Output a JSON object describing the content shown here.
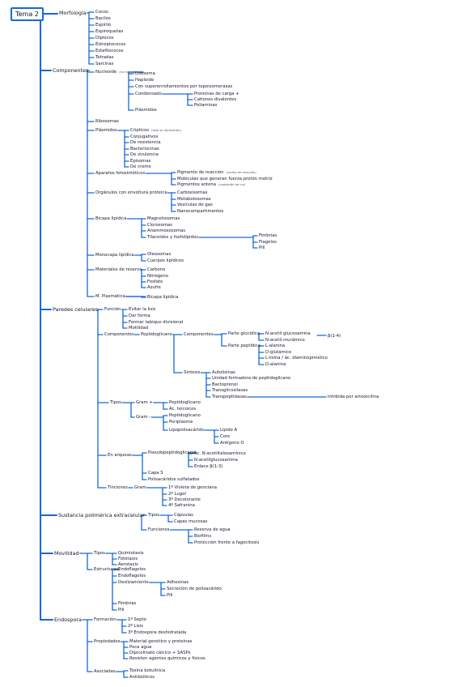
{
  "title": "Tema 2",
  "nodes": [
    {
      "id": "n1",
      "text": "Morfología"
    },
    {
      "id": "n2",
      "text": "Cocos"
    },
    {
      "id": "n3",
      "text": "Bacilos"
    },
    {
      "id": "n4",
      "text": "Espirilo"
    },
    {
      "id": "n5",
      "text": "Espiroquetas"
    },
    {
      "id": "n6",
      "text": "Diplocos"
    },
    {
      "id": "n7",
      "text": "Estreptococos"
    },
    {
      "id": "n8",
      "text": "Estafilococos"
    },
    {
      "id": "n9",
      "text": "Tetradas"
    },
    {
      "id": "n10",
      "text": "Sarcinas"
    },
    {
      "id": "n11",
      "text": "Componentes"
    },
    {
      "id": "n12",
      "text": "Nucleoide",
      "note": "(no hay núcleo)"
    },
    {
      "id": "n13",
      "text": "Lisosoma"
    },
    {
      "id": "n14",
      "text": "Haploide"
    },
    {
      "id": "n15",
      "text": "Con superenrollamientos por topoisomerasas"
    },
    {
      "id": "n16",
      "text": "Condensado"
    },
    {
      "id": "n17",
      "text": "Proteínas de carga +"
    },
    {
      "id": "n18",
      "text": "Cationes divalentes"
    },
    {
      "id": "n19",
      "text": "Poliaminas"
    },
    {
      "id": "n20",
      "text": "Plásmidos"
    },
    {
      "id": "n21",
      "text": "Ribosomas"
    },
    {
      "id": "n22",
      "text": "Plásmidos"
    },
    {
      "id": "n23",
      "text": "Crípticos",
      "note": "(sólo se replicación)"
    },
    {
      "id": "n24",
      "text": "Conjugativos"
    },
    {
      "id": "n25",
      "text": "De resistencia"
    },
    {
      "id": "n26",
      "text": "Bacteriocinas"
    },
    {
      "id": "n27",
      "text": "De virulencia"
    },
    {
      "id": "n28",
      "text": "Episomas"
    },
    {
      "id": "n29",
      "text": "De cromo"
    },
    {
      "id": "n30",
      "text": "Aparatos fotosintéticos"
    },
    {
      "id": "n31",
      "text": "Pigmento de reacción",
      "note": "(centro de reacción)"
    },
    {
      "id": "n32",
      "text": "Moléculas que generan fuerza protón motriz"
    },
    {
      "id": "n33",
      "text": "Pigmentos antena",
      "note": "(captación de luz)"
    },
    {
      "id": "n34",
      "text": "Orgánulos con envoltura proteica"
    },
    {
      "id": "n35",
      "text": "Carboxisomas"
    },
    {
      "id": "n36",
      "text": "Metabolosomas"
    },
    {
      "id": "n37",
      "text": "Vesículas de gas"
    },
    {
      "id": "n38",
      "text": "Nanocompartimentos"
    },
    {
      "id": "n39",
      "text": "Bicapa lipídica"
    },
    {
      "id": "n40",
      "text": "Magnetosomas"
    },
    {
      "id": "n41",
      "text": "Clorosomas"
    },
    {
      "id": "n42",
      "text": "Anammoxosomas"
    },
    {
      "id": "n43",
      "text": "Tilacoides y fosfolípidos"
    },
    {
      "id": "n44",
      "text": "Fimbrias"
    },
    {
      "id": "n45",
      "text": "Flagelos"
    },
    {
      "id": "n46",
      "text": "Pili"
    },
    {
      "id": "n47",
      "text": "Monocapa lipídica"
    },
    {
      "id": "n48",
      "text": "Oleosomas"
    },
    {
      "id": "n49",
      "text": "Cuerpos lipídicos"
    },
    {
      "id": "n50",
      "text": "Materiales de reserva"
    },
    {
      "id": "n51",
      "text": "Carbono"
    },
    {
      "id": "n52",
      "text": "Nitrógeno"
    },
    {
      "id": "n53",
      "text": "Fosfato"
    },
    {
      "id": "n54",
      "text": "Azufre"
    },
    {
      "id": "n55",
      "text": "M. Plasmática"
    },
    {
      "id": "n56",
      "text": "Bicapa lipídica"
    },
    {
      "id": "n57",
      "text": "Paredes celulares"
    },
    {
      "id": "n58",
      "text": "Función"
    },
    {
      "id": "n59",
      "text": "Evitar la lisis"
    },
    {
      "id": "n60",
      "text": "Dar forma"
    },
    {
      "id": "n61",
      "text": "Formar tabique divisional"
    },
    {
      "id": "n62",
      "text": "Motilidad"
    },
    {
      "id": "n63",
      "text": "Componentes"
    },
    {
      "id": "n64",
      "text": "Peptidoglicano"
    },
    {
      "id": "n65",
      "text": "Componentes"
    },
    {
      "id": "n66",
      "text": "Parte glucídica"
    },
    {
      "id": "n67",
      "text": "N-acetil glucosamina"
    },
    {
      "id": "n68",
      "text": "N-acetil murámico"
    },
    {
      "id": "n69",
      "text": "β(1-4)"
    },
    {
      "id": "n70",
      "text": "Parte peptídica"
    },
    {
      "id": "n71",
      "text": "L-alanina"
    },
    {
      "id": "n72",
      "text": "D-glutámico"
    },
    {
      "id": "n73",
      "text": "L-lisina / ác. diaminopimélico"
    },
    {
      "id": "n74",
      "text": "D-alanina"
    },
    {
      "id": "n75",
      "text": "Síntesis"
    },
    {
      "id": "n76",
      "text": "Autolisinas"
    },
    {
      "id": "n77",
      "text": "Unidad formadora de peptidoglicano"
    },
    {
      "id": "n78",
      "text": "Bactoprenol"
    },
    {
      "id": "n79",
      "text": "Transglicosilasas"
    },
    {
      "id": "n80",
      "text": "Transpeptidasas"
    },
    {
      "id": "n81",
      "text": "Inhibida por amoxicilina"
    },
    {
      "id": "n82",
      "text": "Tipos"
    },
    {
      "id": "n83",
      "text": "Gram +"
    },
    {
      "id": "n84",
      "text": "Peptidoglicano"
    },
    {
      "id": "n85",
      "text": "Ác. teicoicos"
    },
    {
      "id": "n86",
      "text": "Gram -"
    },
    {
      "id": "n87",
      "text": "Peptidoglicano"
    },
    {
      "id": "n88",
      "text": "Periplasma"
    },
    {
      "id": "n89",
      "text": "Lipopolisacárido"
    },
    {
      "id": "n90",
      "text": "Lípido A"
    },
    {
      "id": "n91",
      "text": "Core"
    },
    {
      "id": "n92",
      "text": "Antígeno O"
    },
    {
      "id": "n93",
      "text": "En arqueas"
    },
    {
      "id": "n94",
      "text": "Pseudopeptidoglicano"
    },
    {
      "id": "n95",
      "text": "Ác. N-acetiltalosamínico"
    },
    {
      "id": "n96",
      "text": "N-acetilglucosamina"
    },
    {
      "id": "n97",
      "text": "Enlace β(1-3)"
    },
    {
      "id": "n98",
      "text": "Capa S"
    },
    {
      "id": "n99",
      "text": "Polisacáridos sulfatados"
    },
    {
      "id": "n100",
      "text": "Tinciones"
    },
    {
      "id": "n101",
      "text": "Gram"
    },
    {
      "id": "n102",
      "text": "1º Violeta de genciana"
    },
    {
      "id": "n103",
      "text": "2º Lugol"
    },
    {
      "id": "n104",
      "text": "3º Decolorante"
    },
    {
      "id": "n105",
      "text": "4º Safranina"
    },
    {
      "id": "n106",
      "text": "Sustancia polimérica extracelular"
    },
    {
      "id": "n107",
      "text": "Tipos"
    },
    {
      "id": "n108",
      "text": "Cápsulas"
    },
    {
      "id": "n109",
      "text": "Capas mucosas"
    },
    {
      "id": "n110",
      "text": "Funciones"
    },
    {
      "id": "n111",
      "text": "Reserva de agua"
    },
    {
      "id": "n112",
      "text": "Biofilms"
    },
    {
      "id": "n113",
      "text": "Protección frente a fagocitosis"
    },
    {
      "id": "n114",
      "text": "Movilidad"
    },
    {
      "id": "n115",
      "text": "Tipos"
    },
    {
      "id": "n116",
      "text": "Quimiotaxis"
    },
    {
      "id": "n117",
      "text": "Fototaxis"
    },
    {
      "id": "n118",
      "text": "Aerotaxis"
    },
    {
      "id": "n119",
      "text": "Estructuras"
    },
    {
      "id": "n120",
      "text": "Endoflagelos"
    },
    {
      "id": "n121",
      "text": "Endoflagelos"
    },
    {
      "id": "n122",
      "text": "Deslizamiento"
    },
    {
      "id": "n123",
      "text": "Adhesinas"
    },
    {
      "id": "n124",
      "text": "Secreción de polisacárido"
    },
    {
      "id": "n125",
      "text": "Pili"
    },
    {
      "id": "n126",
      "text": "Fimbrias"
    },
    {
      "id": "n127",
      "text": "Pili"
    },
    {
      "id": "n128",
      "text": "Endospora"
    },
    {
      "id": "n129",
      "text": "Formación"
    },
    {
      "id": "n130",
      "text": "1º Septo"
    },
    {
      "id": "n131",
      "text": "2º Lisis"
    },
    {
      "id": "n132",
      "text": "3º Endospora deshidratada"
    },
    {
      "id": "n133",
      "text": "Propiedades"
    },
    {
      "id": "n134",
      "text": "Material genético y proteínas"
    },
    {
      "id": "n135",
      "text": "Poca agua"
    },
    {
      "id": "n136",
      "text": "Dipicolinato cálcico + SASPs"
    },
    {
      "id": "n137",
      "text": "Resisten agentes químicos y físicos"
    },
    {
      "id": "n138",
      "text": "Asociadas"
    },
    {
      "id": "n139",
      "text": "Toxina botulínica"
    },
    {
      "id": "n140",
      "text": "Antibióticos"
    }
  ]
}
